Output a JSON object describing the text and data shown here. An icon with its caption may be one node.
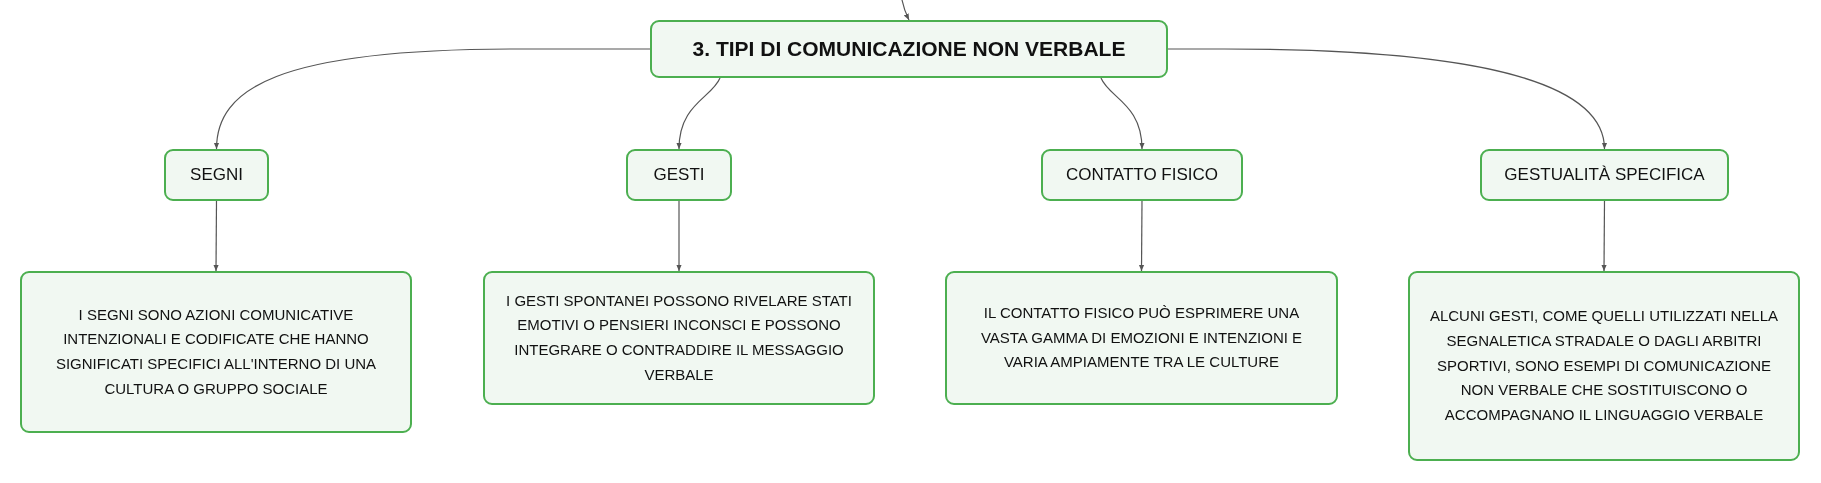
{
  "diagram": {
    "nodes": [
      {
        "text": [
          "3. TIPI DI COMUNICAZIONE NON VERBALE"
        ]
      },
      {
        "text": [
          "SEGNI"
        ]
      },
      {
        "text": [
          "GESTI"
        ]
      },
      {
        "text": [
          "CONTATTO FISICO"
        ]
      },
      {
        "text": [
          "GESTUALITÀ SPECIFICA"
        ]
      },
      {
        "text": [
          "I SEGNI SONO AZIONI COMUNICATIVE INTENZIONALI E CODIFICATE CHE HANNO SIGNIFICATI SPECIFICI ALL'INTERNO DI UNA CULTURA O GRUPPO SOCIALE"
        ]
      },
      {
        "text": [
          "I GESTI SPONTANEI POSSONO RIVELARE STATI EMOTIVI O PENSIERI INCONSCI E POSSONO INTEGRARE O CONTRADDIRE IL MESSAGGIO VERBALE"
        ]
      },
      {
        "text": [
          "IL CONTATTO FISICO PUÒ ESPRIMERE UNA VASTA GAMMA DI EMOZIONI E INTENZIONI E VARIA AMPIAMENTE TRA LE CULTURE"
        ]
      },
      {
        "text": [
          "ALCUNI GESTI, COME QUELLI UTILIZZATI NELLA SEGNALETICA STRADALE O DAGLI ARBITRI SPORTIVI, SONO ESEMPI DI COMUNICAZIONE NON VERBALE CHE SOSTITUISCONO O ACCOMPAGNANO IL LINGUAGGIO VERBALE"
        ]
      }
    ],
    "edges": [
      {
        "from": null,
        "to": 0,
        "arrow": "to"
      },
      {
        "from": 0,
        "to": 1,
        "arrow": "to"
      },
      {
        "from": 0,
        "to": 2,
        "arrow": "to"
      },
      {
        "from": 0,
        "to": 3,
        "arrow": "to"
      },
      {
        "from": 0,
        "to": 4,
        "arrow": "to"
      },
      {
        "from": 1,
        "to": 5,
        "arrow": "to"
      },
      {
        "from": 2,
        "to": 6,
        "arrow": "to"
      },
      {
        "from": 3,
        "to": 7,
        "arrow": "to"
      },
      {
        "from": 4,
        "to": 8,
        "arrow": "to"
      }
    ]
  }
}
